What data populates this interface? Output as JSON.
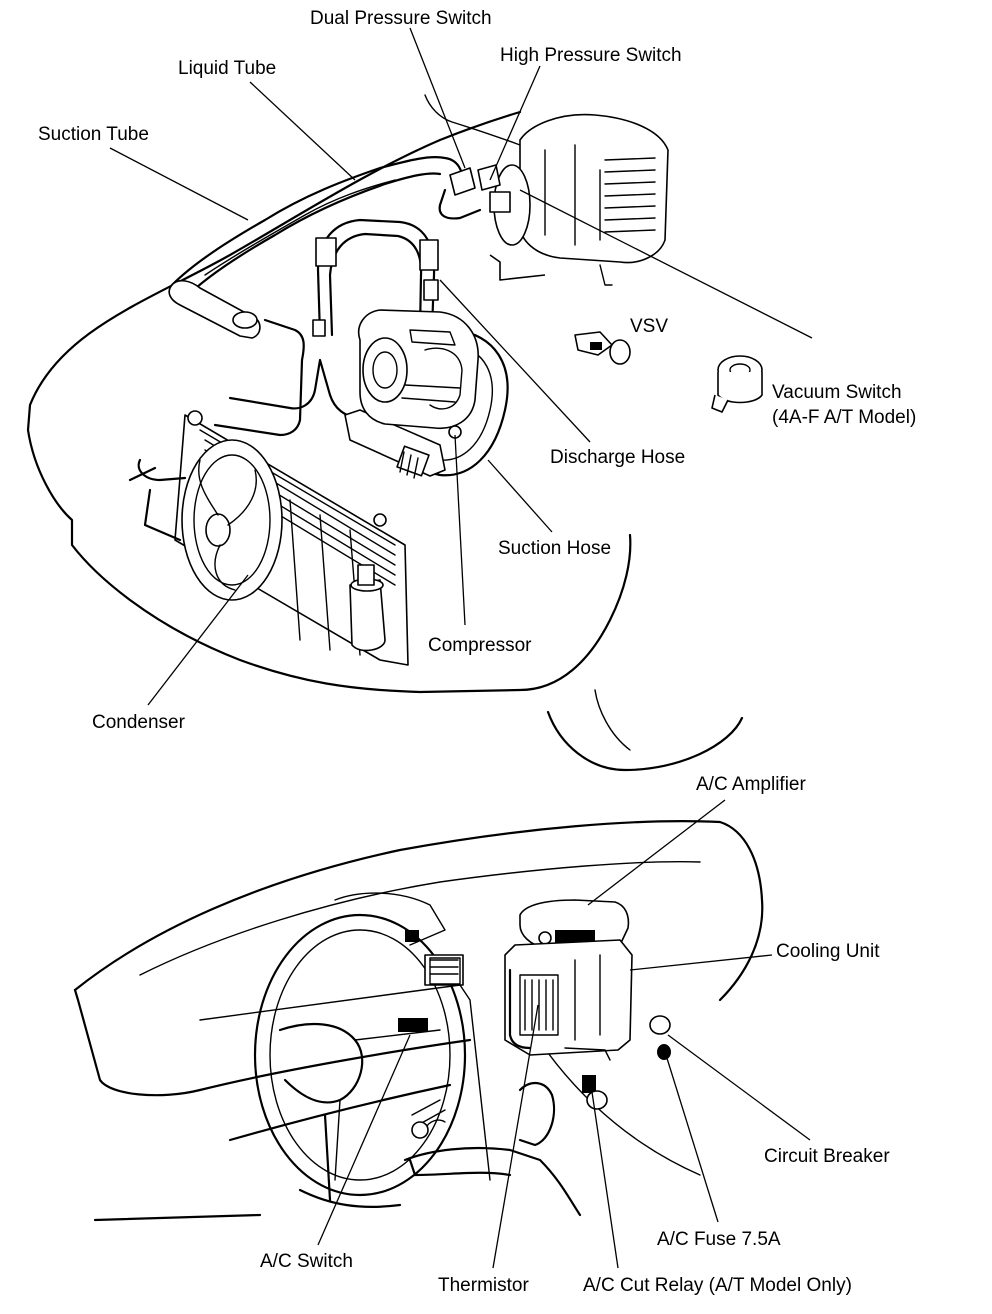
{
  "engine_bay": {
    "labels": {
      "dual_pressure_switch": "Dual Pressure Switch",
      "high_pressure_switch": "High Pressure Switch",
      "liquid_tube": "Liquid Tube",
      "suction_tube": "Suction Tube",
      "vsv": "VSV",
      "vacuum_switch_line1": "Vacuum Switch",
      "vacuum_switch_line2": "(4A-F A/T Model)",
      "discharge_hose": "Discharge Hose",
      "suction_hose": "Suction Hose",
      "compressor": "Compressor",
      "condenser": "Condenser"
    }
  },
  "dashboard": {
    "labels": {
      "ac_amplifier": "A/C Amplifier",
      "cooling_unit": "Cooling Unit",
      "circuit_breaker": "Circuit Breaker",
      "ac_fuse": "A/C Fuse 7.5A",
      "ac_switch": "A/C Switch",
      "thermistor": "Thermistor",
      "ac_cut_relay": "A/C Cut Relay (A/T Model Only)"
    }
  }
}
